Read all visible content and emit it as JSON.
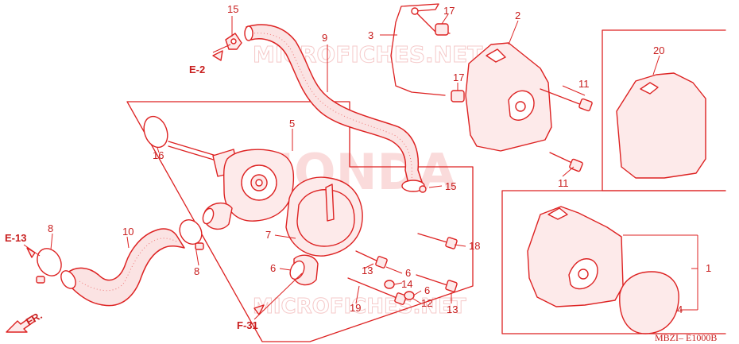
{
  "watermarks": {
    "top": "MICROFICHES.NET",
    "brand": "HONDA",
    "bottom": "MICROFICHES.NET"
  },
  "callouts": {
    "p1": "1",
    "p2": "2",
    "p3": "3",
    "p4": "4",
    "p5": "5",
    "p6a": "6",
    "p6b": "6",
    "p6c": "6",
    "p7": "7",
    "p8a": "8",
    "p8b": "8",
    "p9": "9",
    "p10": "10",
    "p11a": "11",
    "p11b": "11",
    "p12": "12",
    "p13a": "13",
    "p13b": "13",
    "p14": "14",
    "p15a": "15",
    "p15b": "15",
    "p16": "16",
    "p17a": "17",
    "p17b": "17",
    "p18": "18",
    "p19": "19",
    "p20": "20"
  },
  "references": {
    "e2": "E-2",
    "e13": "E-13",
    "f31": "F-31",
    "front": "FR."
  },
  "diagram_code": "MBZI– E1000B"
}
